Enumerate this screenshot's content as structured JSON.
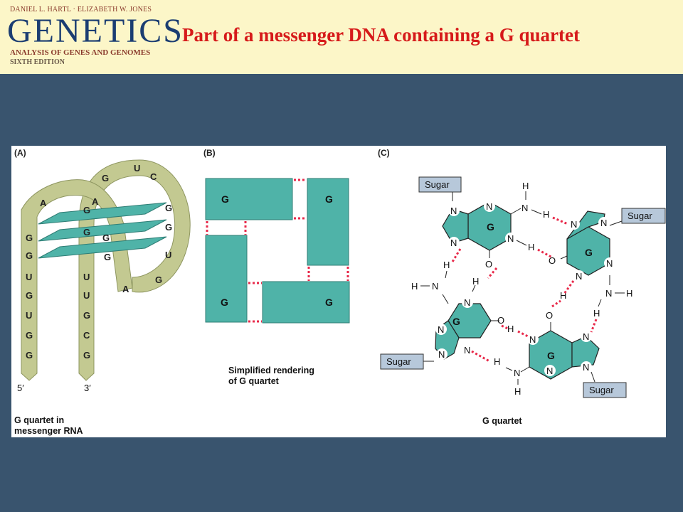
{
  "header": {
    "logo": {
      "authors": "DANIEL L. HARTL · ELIZABETH W. JONES",
      "title": "GENETICS",
      "subtitle": "ANALYSIS OF GENES AND GENOMES",
      "edition": "SIXTH EDITION"
    },
    "slide_title": "Part of a messenger DNA containing a G quartet"
  },
  "colors": {
    "teal": "#4fb3a8",
    "ribbon": "#c3c991",
    "hbond": "#e8294a",
    "sugar_box": "#b7c8da",
    "background": "#39546e",
    "header_bg": "#fcf6c8"
  },
  "panel_a": {
    "label": "(A)",
    "strand_left": [
      "G",
      "G",
      "U",
      "G",
      "U",
      "G",
      "G"
    ],
    "strand_right": [
      "U",
      "U",
      "G",
      "C",
      "G"
    ],
    "loop_left_top": "A",
    "loop_right": [
      "G",
      "U",
      "C",
      "A",
      "G",
      "G",
      "U",
      "G",
      "A"
    ],
    "quartet_bases": [
      "G",
      "G",
      "G",
      "G"
    ],
    "end_5": "5′",
    "end_3": "3′",
    "caption": [
      "G quartet in",
      "messenger RNA"
    ]
  },
  "panel_b": {
    "label": "(B)",
    "blocks": [
      "G",
      "G",
      "G",
      "G"
    ],
    "caption": [
      "Simplified rendering",
      "of G quartet"
    ]
  },
  "panel_c": {
    "label": "(C)",
    "sugar": "Sugar",
    "base": "G",
    "atoms": {
      "N": "N",
      "H": "H",
      "O": "O"
    },
    "caption": "G quartet"
  }
}
